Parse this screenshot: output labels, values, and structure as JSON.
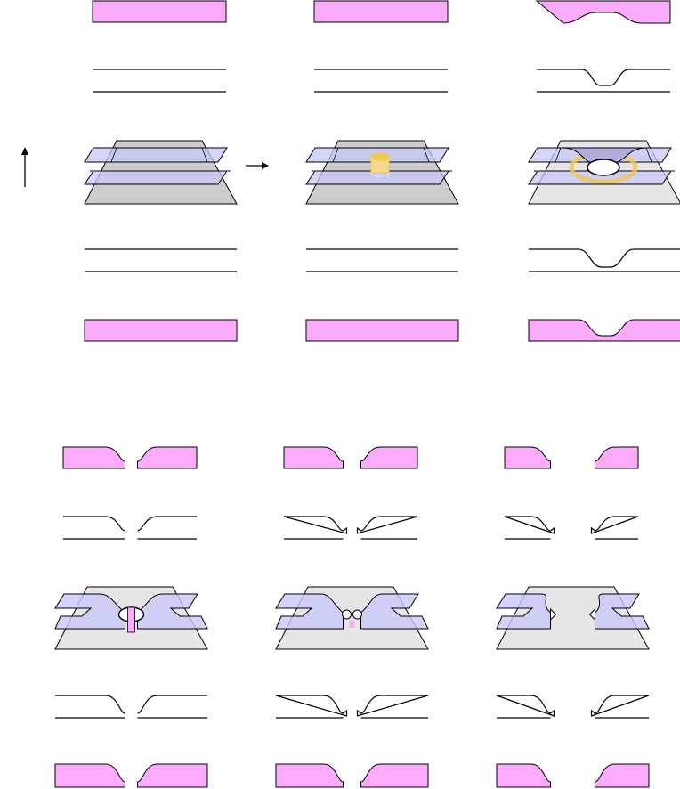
{
  "figure": {
    "type": "topology-surgery-diagram",
    "colors": {
      "slab_fill": "#fcaafc",
      "sheet_fill": "#c8c8fa",
      "sheet_dark": "#a8a8e0",
      "base_fill": "#cccccc",
      "base_light": "#e6e6e6",
      "handle_fill": "#f5d98a",
      "handle_ring": "#f0c850",
      "stroke": "#000000"
    },
    "rows": [
      {
        "name": "top-slab-row",
        "kind": "slab"
      },
      {
        "name": "top-profile-row",
        "kind": "profile"
      },
      {
        "name": "surface-row",
        "kind": "surface"
      },
      {
        "name": "bottom-profile-row",
        "kind": "profile"
      },
      {
        "name": "bottom-slab-row",
        "kind": "slab"
      }
    ],
    "panels_top": [
      {
        "name": "panel-flat",
        "stage": "flat"
      },
      {
        "name": "panel-tube-inserted",
        "stage": "tube"
      },
      {
        "name": "panel-handle-attached",
        "stage": "handle"
      }
    ],
    "panels_bottom": [
      {
        "name": "panel-cut",
        "stage": "cut"
      },
      {
        "name": "panel-pinched",
        "stage": "pinch"
      },
      {
        "name": "panel-separated",
        "stage": "separated"
      }
    ],
    "arrows": [
      {
        "name": "vertical-direction-arrow-icon",
        "direction": "up"
      },
      {
        "name": "step-arrow-icon",
        "direction": "right"
      }
    ]
  }
}
